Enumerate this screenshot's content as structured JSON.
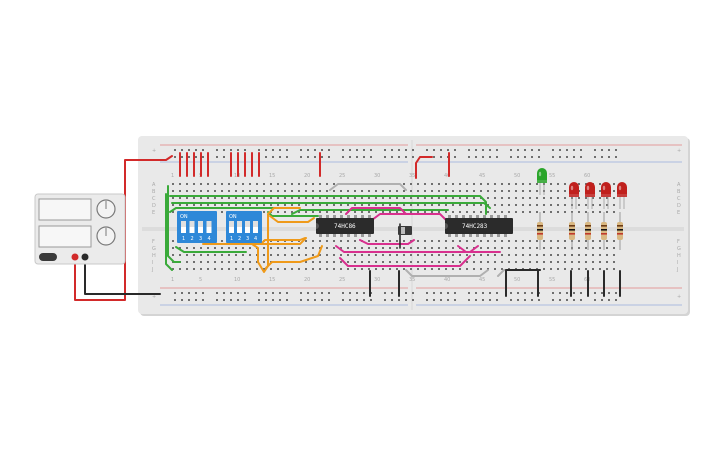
{
  "colors": {
    "board": "#e9e9e9",
    "board_shadow": "#d4d4d4",
    "hole": "#6f6f6f",
    "rail_red": "#e05050",
    "rail_blue": "#6e8fd6",
    "wire_red": "#d22a2a",
    "wire_black": "#2a2a2a",
    "wire_green": "#3aaa3a",
    "wire_orange": "#ef9a1a",
    "wire_magenta": "#d8308e",
    "wire_gray": "#b0b0b0",
    "chip_body": "#2b2b2b",
    "dip_body": "#2e88d8",
    "led_red": "#c0201d",
    "led_green": "#2aa52a",
    "psu_body": "#ebebeb",
    "psu_display": "#f7f7f7"
  },
  "breadboard": {
    "row_letters_top": [
      "A",
      "B",
      "C",
      "D",
      "E"
    ],
    "row_letters_bottom": [
      "F",
      "G",
      "H",
      "I",
      "J"
    ],
    "column_numbers_top": [
      "1",
      "5",
      "10",
      "15",
      "20",
      "25",
      "30",
      "35",
      "40",
      "45",
      "50",
      "55",
      "60"
    ],
    "column_numbers_bottom": [
      "1",
      "5",
      "10",
      "15",
      "20",
      "25",
      "30",
      "35",
      "40",
      "45",
      "50",
      "55",
      "60"
    ],
    "rail_sign_plus": "+",
    "rail_sign_minus": "-"
  },
  "chips": [
    {
      "label": "74HC86"
    },
    {
      "label": "74HC283"
    }
  ],
  "dip_switches": [
    {
      "on_label": "ON",
      "positions": [
        "1",
        "2",
        "3",
        "4"
      ]
    },
    {
      "on_label": "ON",
      "positions": [
        "1",
        "2",
        "3",
        "4"
      ]
    }
  ],
  "leds": {
    "green_count": 1,
    "red_count": 4
  },
  "resistors": {
    "count": 5
  },
  "power_supply": {
    "knob_icons": [
      "voltage-knob-icon",
      "current-knob-icon"
    ],
    "terminals": [
      "red",
      "black"
    ]
  }
}
